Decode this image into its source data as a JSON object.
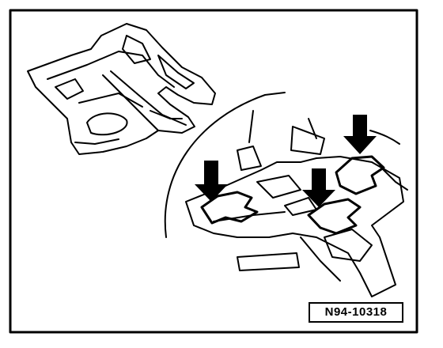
{
  "figure": {
    "reference_code": "N94-10318",
    "colors": {
      "ink": "#000000",
      "paper": "#ffffff"
    },
    "arrows": [
      {
        "name": "arrow-down-left",
        "direction": "down"
      },
      {
        "name": "arrow-down-middle",
        "direction": "down"
      },
      {
        "name": "arrow-down-right",
        "direction": "down"
      }
    ]
  }
}
